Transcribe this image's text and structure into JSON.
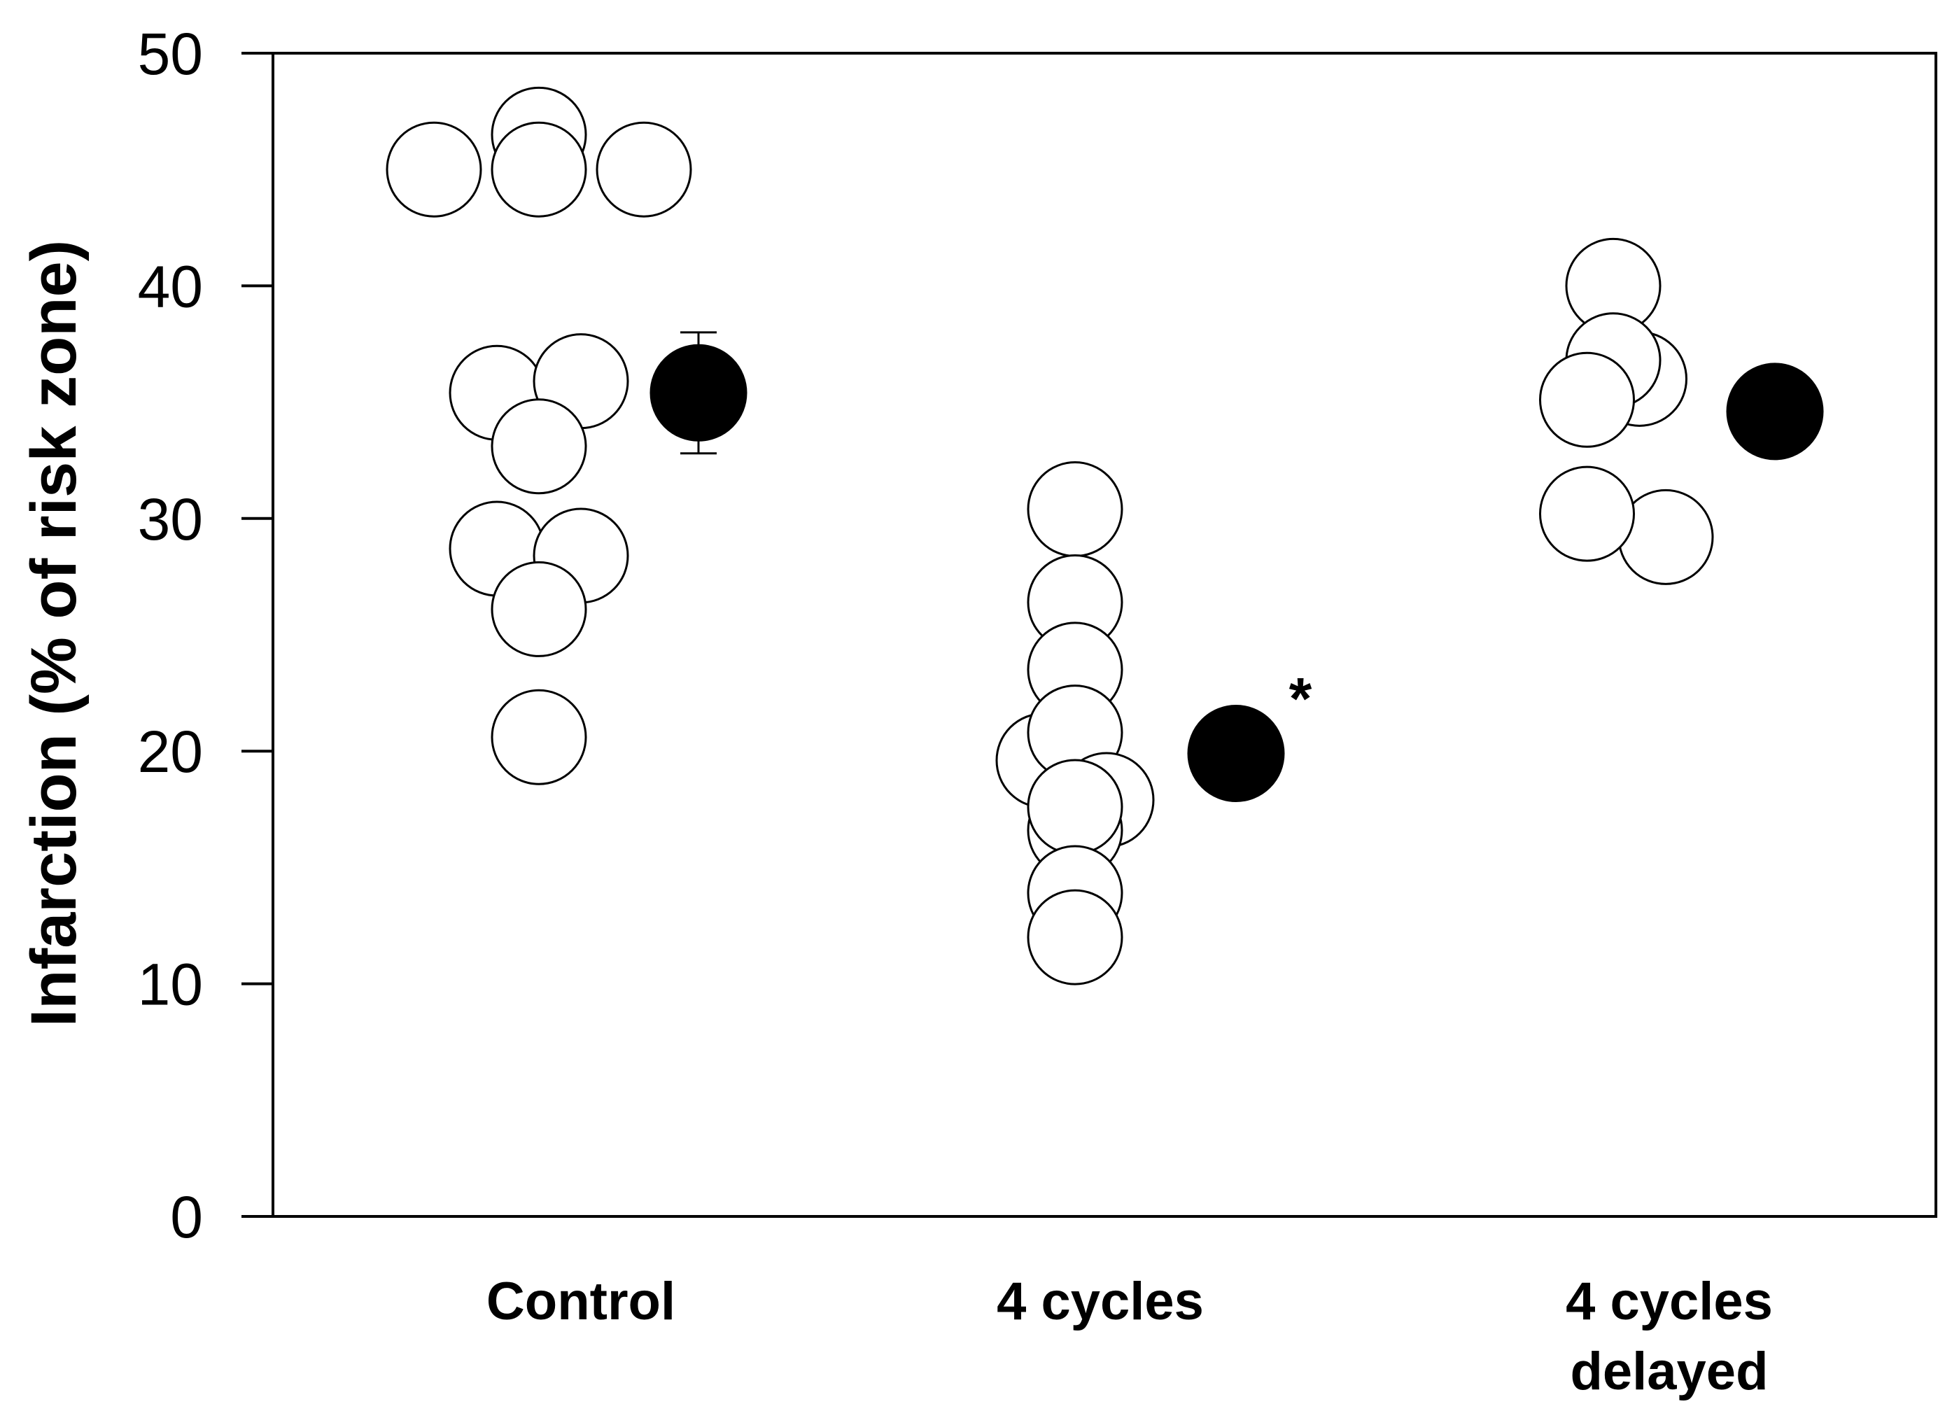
{
  "chart_data": {
    "type": "scatter",
    "title": "",
    "xlabel": "",
    "ylabel": "Infarction (% of risk zone)",
    "ylim": [
      0,
      50
    ],
    "yticks": [
      0,
      10,
      20,
      30,
      40,
      50
    ],
    "grid": false,
    "categories": [
      {
        "lines": [
          "Control"
        ]
      },
      {
        "lines": [
          "4 cycles"
        ]
      },
      {
        "lines": [
          "4 cycles",
          "delayed"
        ]
      }
    ],
    "series": [
      {
        "style": "open-circle",
        "points": [
          {
            "category": 0,
            "offset": -1,
            "y": 45.0
          },
          {
            "category": 0,
            "offset": 0,
            "y": 46.5
          },
          {
            "category": 0,
            "offset": 0,
            "y": 45.0
          },
          {
            "category": 0,
            "offset": 1,
            "y": 45.0
          },
          {
            "category": 0,
            "offset": -0.4,
            "y": 35.4
          },
          {
            "category": 0,
            "offset": 0.4,
            "y": 35.9
          },
          {
            "category": 0,
            "offset": 0,
            "y": 33.1
          },
          {
            "category": 0,
            "offset": -0.4,
            "y": 28.7
          },
          {
            "category": 0,
            "offset": 0.4,
            "y": 28.4
          },
          {
            "category": 0,
            "offset": 0,
            "y": 26.1
          },
          {
            "category": 0,
            "offset": 0,
            "y": 20.6
          },
          {
            "category": 1,
            "offset": 0,
            "y": 30.4
          },
          {
            "category": 1,
            "offset": 0,
            "y": 26.4
          },
          {
            "category": 1,
            "offset": 0,
            "y": 23.5
          },
          {
            "category": 1,
            "offset": -0.3,
            "y": 19.6
          },
          {
            "category": 1,
            "offset": 0,
            "y": 20.8
          },
          {
            "category": 1,
            "offset": 0.3,
            "y": 17.9
          },
          {
            "category": 1,
            "offset": 0,
            "y": 16.6
          },
          {
            "category": 1,
            "offset": 0,
            "y": 17.6
          },
          {
            "category": 1,
            "offset": 0,
            "y": 13.9
          },
          {
            "category": 1,
            "offset": 0,
            "y": 12.0
          },
          {
            "category": 2,
            "offset": 0,
            "y": 40.0
          },
          {
            "category": 2,
            "offset": 0.25,
            "y": 36.0
          },
          {
            "category": 2,
            "offset": 0,
            "y": 36.8
          },
          {
            "category": 2,
            "offset": -0.25,
            "y": 35.1
          },
          {
            "category": 2,
            "offset": 0.5,
            "y": 29.2
          },
          {
            "category": 2,
            "offset": -0.25,
            "y": 30.2
          }
        ]
      },
      {
        "style": "filled-circle",
        "points": [
          {
            "category": 0,
            "y": 35.4,
            "error": 2.6
          },
          {
            "category": 1,
            "y": 19.9,
            "error": 0
          },
          {
            "category": 2,
            "y": 34.6,
            "error": 0
          }
        ]
      }
    ],
    "annotations": [
      {
        "text": "*",
        "category": 1,
        "y": 22.6
      }
    ]
  }
}
